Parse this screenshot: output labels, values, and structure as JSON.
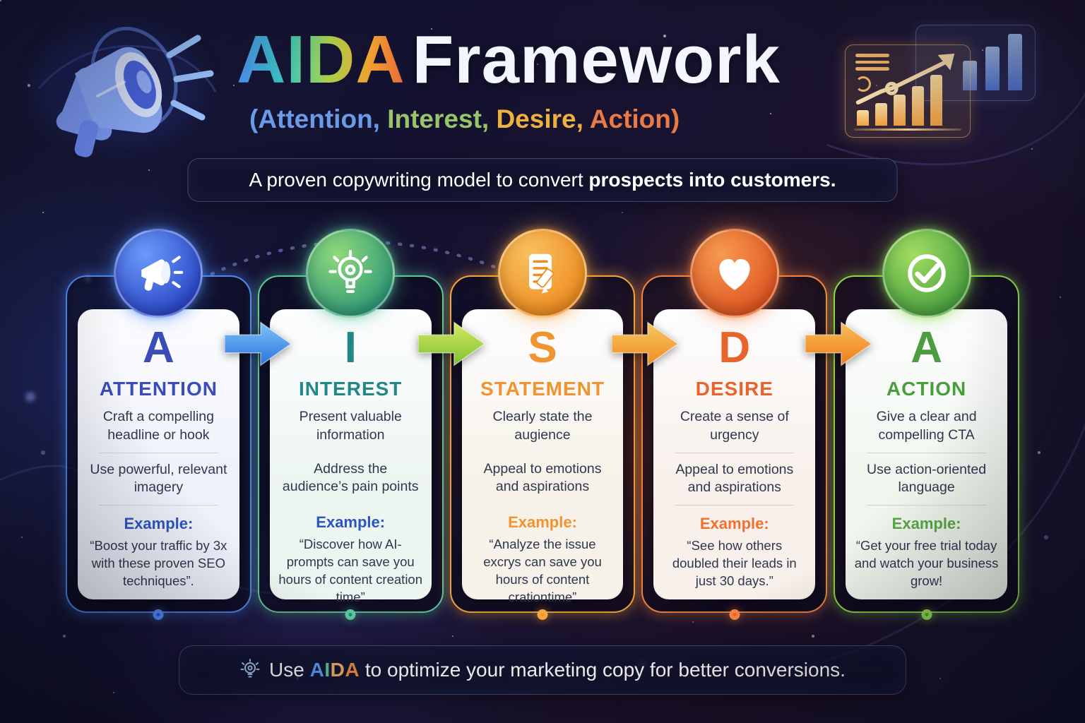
{
  "header": {
    "title_main": "AIDA",
    "title_rest": "Framework",
    "subtitle_parts": [
      {
        "text": "(Attention,",
        "color": "#6a9ae8"
      },
      {
        "text": " Interest,",
        "color": "#97c567"
      },
      {
        "text": " Desire,",
        "color": "#eeb03e"
      },
      {
        "text": " Action)",
        "color": "#e87a45"
      }
    ],
    "banner_normal": "A proven copywriting model to convert ",
    "banner_bold": "prospects into customers.",
    "decor_icons": [
      "megaphone-illustration",
      "bar-chart-panels"
    ]
  },
  "cards": [
    {
      "icon": "megaphone-icon",
      "letter": "A",
      "title": "ATTENTION",
      "point1": "Craft a compelling headline or hook",
      "point2": "Use powerful, relevant imagery",
      "example_label": "Example:",
      "example": "“Boost your traffic by 3x with these proven SEO techniques”.",
      "accent": "#3b4cb8",
      "glow": "#4f8af0",
      "glowsoft": "#4f8af088",
      "icon1": "#6a9af8",
      "icon2": "#2b46c8",
      "tint": "#eef1fa",
      "excolor": "#2d55c0"
    },
    {
      "icon": "lightbulb-icon",
      "letter": "I",
      "title": "INTEREST",
      "point1": "Present valuable information",
      "point2": "Address the audience’s pain points",
      "example_label": "Example:",
      "example": "“Discover how AI-prompts can save you hours of content creation time”",
      "accent": "#238787",
      "glow": "#5ecb9e",
      "glowsoft": "#5ecb9e88",
      "icon1": "#8fd87a",
      "icon2": "#2f9a78",
      "tint": "#edf5f1",
      "excolor": "#2d55c0"
    },
    {
      "icon": "document-pencil-icon",
      "letter": "S",
      "title": "STATEMENT",
      "point1": "Clearly state the augience",
      "point2": "Appeal to emotions and aspirations",
      "example_label": "Example:",
      "example": "“Analyze the issue excrys can save you hours of content crationtime”",
      "accent": "#ef9430",
      "glow": "#f5a73c",
      "glowsoft": "#f5a73c88",
      "icon1": "#f8c060",
      "icon2": "#ef8c20",
      "tint": "#f7f2e9",
      "excolor": "#ef9430"
    },
    {
      "icon": "heart-icon",
      "letter": "D",
      "title": "DESIRE",
      "point1": "Create a sense of urgency",
      "point2": "Appeal to emotions and aspirations",
      "example_label": "Example:",
      "example": "“See how others doubled their leads in just 30 days.”",
      "accent": "#e8642a",
      "glow": "#f58544",
      "glowsoft": "#f5854488",
      "icon1": "#f59a50",
      "icon2": "#e05520",
      "tint": "#f8f0ea",
      "excolor": "#f0702e"
    },
    {
      "icon": "check-circle-icon",
      "letter": "A",
      "title": "ACTION",
      "point1": "Give a clear and compelling CTA",
      "point2": "Use action-oriented language",
      "example_label": "Example:",
      "example": "“Get your free trial today and watch your business grow!",
      "accent": "#4a9e3f",
      "glow": "#8fd84a",
      "glowsoft": "#8fd84a88",
      "icon1": "#a0dc60",
      "icon2": "#4aa040",
      "tint": "#f0f6ed",
      "excolor": "#58a844"
    }
  ],
  "arrows": [
    {
      "name": "arrow-attention-to-interest",
      "color_light": "#7ec4f8",
      "color_dark": "#2a72e0"
    },
    {
      "name": "arrow-interest-to-statement",
      "color_light": "#d3ea62",
      "color_dark": "#7fc030"
    },
    {
      "name": "arrow-statement-to-desire",
      "color_light": "#f8c865",
      "color_dark": "#ef8c1f"
    },
    {
      "name": "arrow-desire-to-action",
      "color_light": "#f8bd58",
      "color_dark": "#ee7d1c"
    }
  ],
  "footer": {
    "icon": "lightbulb-icon",
    "prefix": "Use ",
    "aida_letters": [
      {
        "ch": "A",
        "color": "#5b9cf5"
      },
      {
        "ch": "I",
        "color": "#63c4a8"
      },
      {
        "ch": "D",
        "color": "#f0b060"
      },
      {
        "ch": "A",
        "color": "#ef8c40"
      }
    ],
    "suffix": " to optimize your marketing copy for better conversions."
  }
}
